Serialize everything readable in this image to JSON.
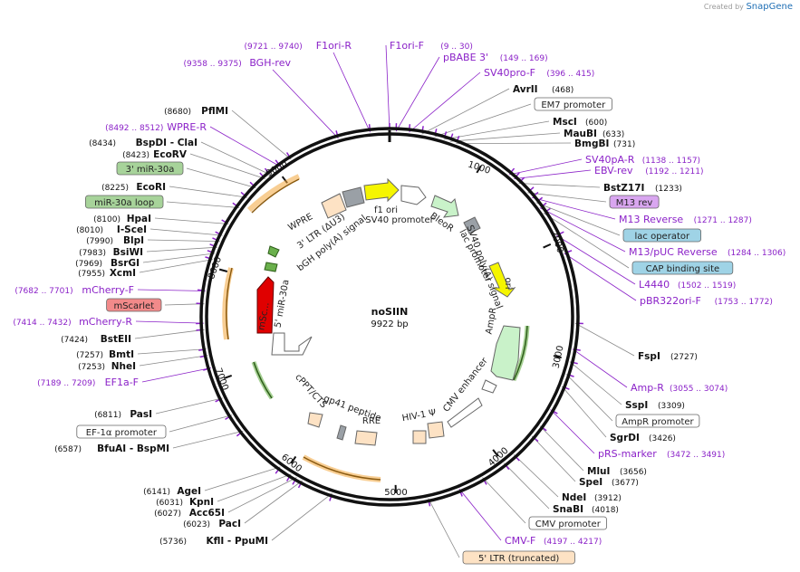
{
  "credit": {
    "created_by": "Created by",
    "brand": "SnapGene"
  },
  "plasmid": {
    "name": "noSIIN",
    "length": "9922 bp"
  },
  "ticks": [
    "1000",
    "2000",
    "3000",
    "4000",
    "5000",
    "6000",
    "7000",
    "8000",
    "9000"
  ],
  "colors": {
    "enzyme": "#111111",
    "primer": "#8b22c8",
    "orange": "#f3a53a",
    "green": "#6ab04c",
    "yellow": "#f5f500",
    "red": "#e00000"
  },
  "right_labels": [
    {
      "kind": "primer",
      "name": "pBABE 3'",
      "range": "(149 .. 169)"
    },
    {
      "kind": "primer",
      "name": "SV40pro-F",
      "range": "(396 .. 415)"
    },
    {
      "kind": "enzyme",
      "name": "AvrII",
      "pos": "(468)"
    },
    {
      "kind": "box",
      "name": "EM7 promoter",
      "fill": "#ffffff"
    },
    {
      "kind": "enzyme",
      "name": "MscI",
      "pos": "(600)"
    },
    {
      "kind": "enzyme",
      "name": "MauBI",
      "pos": "(633)"
    },
    {
      "kind": "enzyme",
      "name": "BmgBI",
      "pos": "(731)"
    },
    {
      "kind": "primer",
      "name": "SV40pA-R",
      "range": "(1138 .. 1157)"
    },
    {
      "kind": "primer",
      "name": "EBV-rev",
      "range": "(1192 .. 1211)"
    },
    {
      "kind": "enzyme",
      "name": "BstZ17I",
      "pos": "(1233)"
    },
    {
      "kind": "box",
      "name": "M13 rev",
      "fill": "#d9a6f0"
    },
    {
      "kind": "primer",
      "name": "M13 Reverse",
      "range": "(1271 .. 1287)"
    },
    {
      "kind": "box",
      "name": "lac operator",
      "fill": "#9fd3e6"
    },
    {
      "kind": "primer",
      "name": "M13/pUC Reverse",
      "range": "(1284 .. 1306)"
    },
    {
      "kind": "box",
      "name": "CAP binding site",
      "fill": "#9fd3e6"
    },
    {
      "kind": "primer",
      "name": "L4440",
      "range": "(1502 .. 1519)"
    },
    {
      "kind": "primer",
      "name": "pBR322ori-F",
      "range": "(1753 .. 1772)"
    },
    {
      "kind": "enzyme",
      "name": "FspI",
      "pos": "(2727)"
    },
    {
      "kind": "primer",
      "name": "Amp-R",
      "range": "(3055 .. 3074)"
    },
    {
      "kind": "enzyme",
      "name": "SspI",
      "pos": "(3309)"
    },
    {
      "kind": "box",
      "name": "AmpR promoter",
      "fill": "#ffffff"
    },
    {
      "kind": "enzyme",
      "name": "SgrDI",
      "pos": "(3426)"
    },
    {
      "kind": "primer",
      "name": "pRS-marker",
      "range": "(3472 .. 3491)"
    },
    {
      "kind": "enzyme",
      "name": "MluI",
      "pos": "(3656)"
    },
    {
      "kind": "enzyme",
      "name": "SpeI",
      "pos": "(3677)"
    },
    {
      "kind": "enzyme",
      "name": "NdeI",
      "pos": "(3912)"
    },
    {
      "kind": "enzyme",
      "name": "SnaBI",
      "pos": "(4018)"
    },
    {
      "kind": "box",
      "name": "CMV promoter",
      "fill": "#ffffff"
    },
    {
      "kind": "primer",
      "name": "CMV-F",
      "range": "(4197 .. 4217)"
    },
    {
      "kind": "box",
      "name": "5' LTR (truncated)",
      "fill": "#fde2c4"
    }
  ],
  "top_labels": [
    {
      "kind": "primer",
      "name": "F1ori-R",
      "range": "(9721 .. 9740)"
    },
    {
      "kind": "primer",
      "name": "F1ori-F",
      "range": "(9 .. 30)"
    },
    {
      "kind": "primer",
      "name": "BGH-rev",
      "range": "(9358 .. 9375)"
    }
  ],
  "left_labels": [
    {
      "kind": "enzyme",
      "name": "PflMI",
      "pos": "(8680)"
    },
    {
      "kind": "primer",
      "name": "WPRE-R",
      "range": "(8492 .. 8512)"
    },
    {
      "kind": "enzyme",
      "name": "BspDI - ClaI",
      "pos": "(8434)"
    },
    {
      "kind": "enzyme",
      "name": "EcoRV",
      "pos": "(8423)"
    },
    {
      "kind": "box",
      "name": "3' miR-30a",
      "fill": "#a7d39a"
    },
    {
      "kind": "enzyme",
      "name": "EcoRI",
      "pos": "(8225)"
    },
    {
      "kind": "box",
      "name": "miR-30a loop",
      "fill": "#a7d39a"
    },
    {
      "kind": "enzyme",
      "name": "HpaI",
      "pos": "(8100)"
    },
    {
      "kind": "enzyme",
      "name": "I-SceI",
      "pos": "(8010)"
    },
    {
      "kind": "enzyme",
      "name": "BlpI",
      "pos": "(7990)"
    },
    {
      "kind": "enzyme",
      "name": "BsiWI",
      "pos": "(7983)"
    },
    {
      "kind": "enzyme",
      "name": "BsrGI",
      "pos": "(7969)"
    },
    {
      "kind": "enzyme",
      "name": "XcmI",
      "pos": "(7955)"
    },
    {
      "kind": "primer",
      "name": "mCherry-F",
      "range": "(7682 .. 7701)"
    },
    {
      "kind": "box",
      "name": "mScarlet",
      "fill": "#f28a8a"
    },
    {
      "kind": "primer",
      "name": "mCherry-R",
      "range": "(7414 .. 7432)"
    },
    {
      "kind": "enzyme",
      "name": "BstEII",
      "pos": "(7424)"
    },
    {
      "kind": "enzyme",
      "name": "BmtI",
      "pos": "(7257)"
    },
    {
      "kind": "enzyme",
      "name": "NheI",
      "pos": "(7253)"
    },
    {
      "kind": "primer",
      "name": "EF1a-F",
      "range": "(7189 .. 7209)"
    },
    {
      "kind": "enzyme",
      "name": "PasI",
      "pos": "(6811)"
    },
    {
      "kind": "box",
      "name": "EF-1α promoter",
      "fill": "#ffffff"
    },
    {
      "kind": "enzyme",
      "name": "BfuAI - BspMI",
      "pos": "(6587)"
    },
    {
      "kind": "enzyme",
      "name": "AgeI",
      "pos": "(6141)"
    },
    {
      "kind": "enzyme",
      "name": "KpnI",
      "pos": "(6031)"
    },
    {
      "kind": "enzyme",
      "name": "Acc65I",
      "pos": "(6027)"
    },
    {
      "kind": "enzyme",
      "name": "PacI",
      "pos": "(6023)"
    },
    {
      "kind": "enzyme",
      "name": "KflI - PpuMI",
      "pos": "(5736)"
    }
  ],
  "inner_labels": [
    "WPRE",
    "3' LTR (ΔU3)",
    "bGH poly(A) signal",
    "f1 ori",
    "SV40 promoter",
    "BleoR",
    "lac promoter",
    "SV40 poly(A) signal",
    "ori",
    "AmpR",
    "CMV enhancer",
    "HIV-1 Ψ",
    "RRE",
    "gp41 peptide",
    "cPPT/CTS",
    "mSc...",
    "5' miR-30a"
  ]
}
